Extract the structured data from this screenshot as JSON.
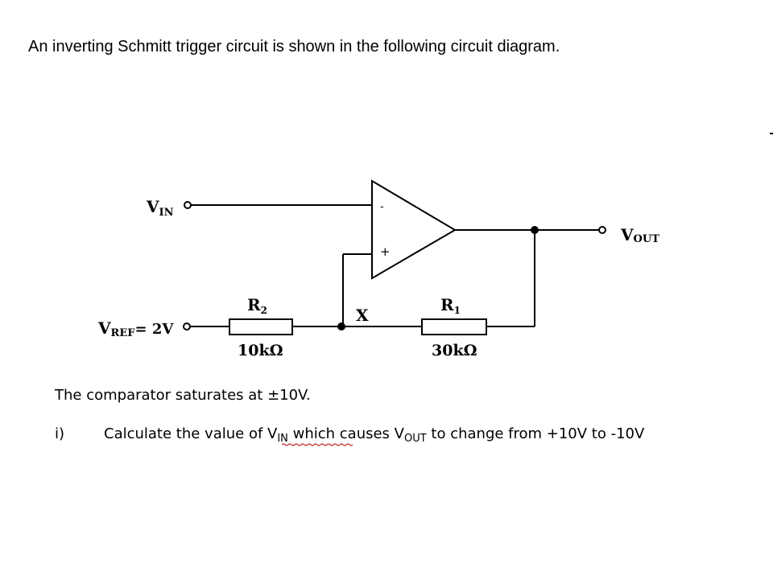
{
  "title": "An inverting Schmitt trigger circuit is shown in the following circuit diagram.",
  "circuit": {
    "vin": {
      "main": "V",
      "sub": "IN"
    },
    "vout": {
      "main": "V",
      "sub": "OUT"
    },
    "vref": {
      "main": "V",
      "sub": "REF",
      "suffix": "= 2V"
    },
    "r2": {
      "name": "R",
      "sub": "2",
      "value": "10kΩ"
    },
    "r1": {
      "name": "R",
      "sub": "1",
      "value": "30kΩ"
    },
    "node_x": "X",
    "opamp_minus": "-",
    "opamp_plus": "+"
  },
  "text": {
    "saturation": "The comparator saturates at ±10V.",
    "question_number": "i)",
    "question": {
      "part1": "Calculate the value of V",
      "sub_in": "IN",
      "part2": " which causes V",
      "sub_out": "OUT",
      "part3": " to change from +10V to -10V"
    }
  }
}
